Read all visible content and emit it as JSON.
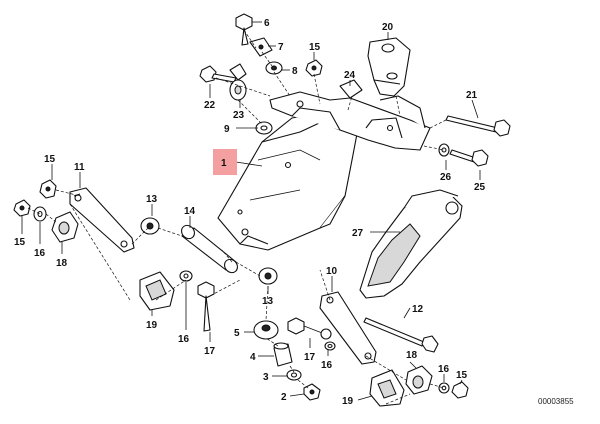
{
  "labels": {
    "l1": "1",
    "l2": "2",
    "l3": "3",
    "l4": "4",
    "l5": "5",
    "l6": "6",
    "l7": "7",
    "l8": "8",
    "l9": "9",
    "l10": "10",
    "l11": "11",
    "l12": "12",
    "l13": "13",
    "l14": "14",
    "l15": "15",
    "l16": "16",
    "l17": "17",
    "l18": "18",
    "l19": "19",
    "l20": "20",
    "l21": "21",
    "l22": "22",
    "l23": "23",
    "l24": "24",
    "l25": "25",
    "l26": "26",
    "l27": "27"
  },
  "highlight_color": "#f4a0a0",
  "reference_code": "00003855"
}
